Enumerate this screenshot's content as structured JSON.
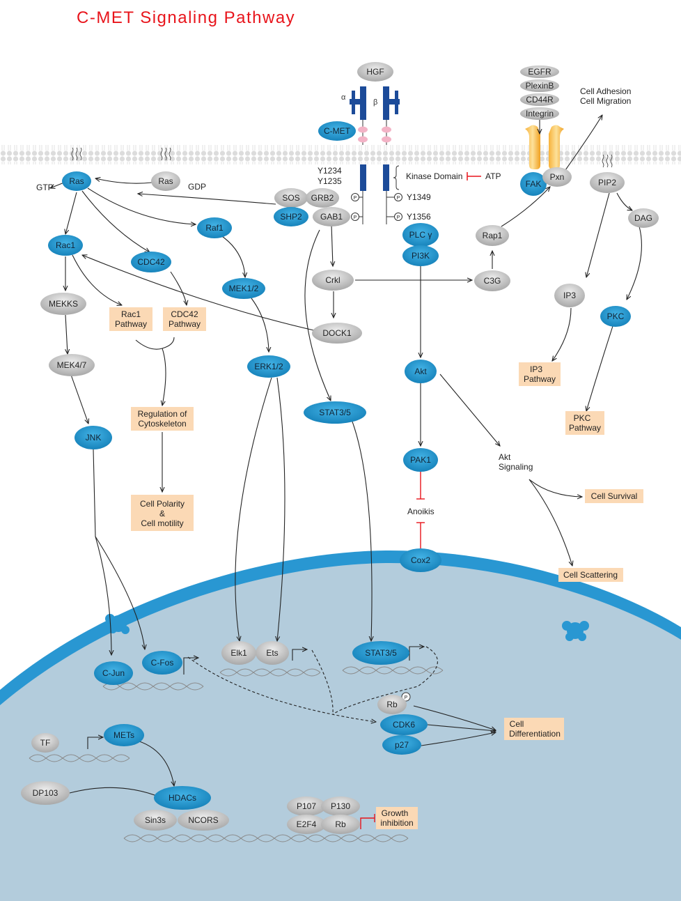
{
  "title": "C-MET Signaling Pathway",
  "colors": {
    "blue_node": "#1d98d2",
    "gray_node": "#b8b8b8",
    "box_fill": "#fbd9b5",
    "nucleus": "#b3ccdc",
    "nuclear_membrane": "#2997d2",
    "receptor": "#1c4b99",
    "inhibit": "#e8141b"
  },
  "receptor": {
    "alpha": "α",
    "beta": "β",
    "sites": {
      "y1234": "Y1234",
      "y1235": "Y1235",
      "y1349": "Y1349",
      "y1356": "Y1356"
    },
    "kinase_domain": "Kinase Domain",
    "atp": "ATP",
    "phospho": "P"
  },
  "nodes": {
    "hgf": "HGF",
    "cmet": "C-MET",
    "egfr": "EGFR",
    "plexinb": "PlexinB",
    "cd44r": "CD44R",
    "integrin": "Integrin",
    "fak": "FAK",
    "pxn": "Pxn",
    "pip2": "PIP2",
    "dag": "DAG",
    "ip3": "IP3",
    "pkc": "PKC",
    "ras_active": "Ras",
    "ras_gdp": "Ras",
    "sos": "SOS",
    "grb2": "GRB2",
    "shp2": "SHP2",
    "gab1": "GAB1",
    "plcg": "PLC γ",
    "pi3k": "PI3K",
    "rap1": "Rap1",
    "c3g": "C3G",
    "crkl": "Crkl",
    "dock1": "DOCK1",
    "raf1": "Raf1",
    "mek12": "MEK1/2",
    "erk12": "ERK1/2",
    "stat35": "STAT3/5",
    "rac1": "Rac1",
    "cdc42": "CDC42",
    "mekks": "MEKKS",
    "mek47": "MEK4/7",
    "jnk": "JNK",
    "akt": "Akt",
    "pak1": "PAK1",
    "cox2": "Cox2",
    "cjun": "C-Jun",
    "cfos": "C-Fos",
    "elk1": "Elk1",
    "ets": "Ets",
    "stat35_nuc": "STAT3/5",
    "rb": "Rb",
    "cdk6": "CDK6",
    "p27": "p27",
    "tf": "TF",
    "mets": "METs",
    "dp103": "DP103",
    "hdacs": "HDACs",
    "sin3s": "Sin3s",
    "ncors": "NCORS",
    "p107": "P107",
    "p130": "P130",
    "e2f4": "E2F4",
    "rb2": "Rb"
  },
  "labels": {
    "gtp": "GTP",
    "gdp": "GDP",
    "cell_adhesion": "Cell Adhesion",
    "cell_migration": "Cell Migration",
    "anoikis": "Anoikis",
    "akt_signaling_1": "Akt",
    "akt_signaling_2": "Signaling"
  },
  "boxes": {
    "rac1_pathway": [
      "Rac1",
      "Pathway"
    ],
    "cdc42_pathway": [
      "CDC42",
      "Pathway"
    ],
    "cytoskeleton": [
      "Regulation of",
      "Cytoskeleton"
    ],
    "cell_polarity": [
      "Cell Polarity",
      "&",
      "Cell motility"
    ],
    "ip3_pathway": [
      "IP3",
      "Pathway"
    ],
    "pkc_pathway": [
      "PKC",
      "Pathway"
    ],
    "cell_survival": [
      "Cell  Survival"
    ],
    "cell_scattering": [
      "Cell  Scattering"
    ],
    "cell_differentiation": [
      "Cell",
      "Differentiation"
    ],
    "growth_inhibition": [
      "Growth",
      "inhibition"
    ]
  }
}
